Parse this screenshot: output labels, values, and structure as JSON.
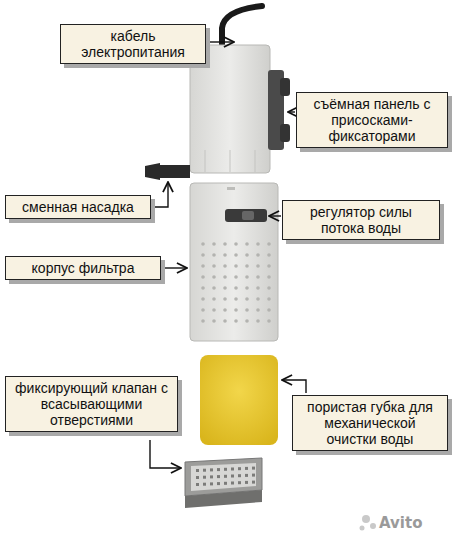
{
  "diagram": {
    "nodes": [
      {
        "text": [
          "кабель электропитания"
        ]
      },
      {
        "text": [
          "съёмная панель с присосками-фиксаторами"
        ]
      },
      {
        "text": [
          "сменная насадка"
        ]
      },
      {
        "text": [
          "регулятор силы потока воды"
        ]
      },
      {
        "text": [
          "корпус фильтра"
        ]
      },
      {
        "text": [
          "фиксирующий клапан с всасывающими отверстиями"
        ]
      },
      {
        "text": [
          "пористая губка для механической очистки воды"
        ]
      }
    ],
    "labels": [
      "Avito"
    ]
  }
}
